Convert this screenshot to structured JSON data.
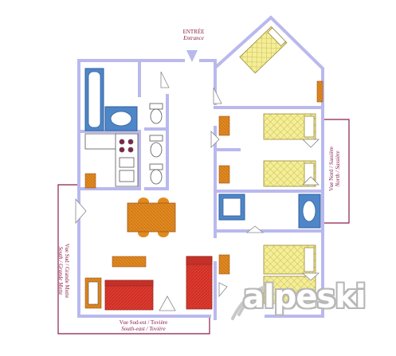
{
  "labels": {
    "entrance_fr": "ENTRÉE",
    "entrance_en": "Entrance",
    "south_fr": "Vue Sud / Grande Motte",
    "south_en": "South / Grande Motte",
    "north_fr": "Vue Nord / Sassière",
    "north_en": "North / Sassière",
    "southeast_fr": "Vue Sud-est / Tovière",
    "southeast_en": "South-east / Tovière"
  },
  "logo": {
    "text": "alpeski"
  },
  "colors": {
    "wall": "#b9b9ee",
    "fixture_blue": "#4f86c8",
    "furniture_orange": "#e08a1e",
    "bed_yellow": "#f2ef9a",
    "sofa_red": "#e03a2e",
    "label_maroon": "#8a1f4c"
  }
}
